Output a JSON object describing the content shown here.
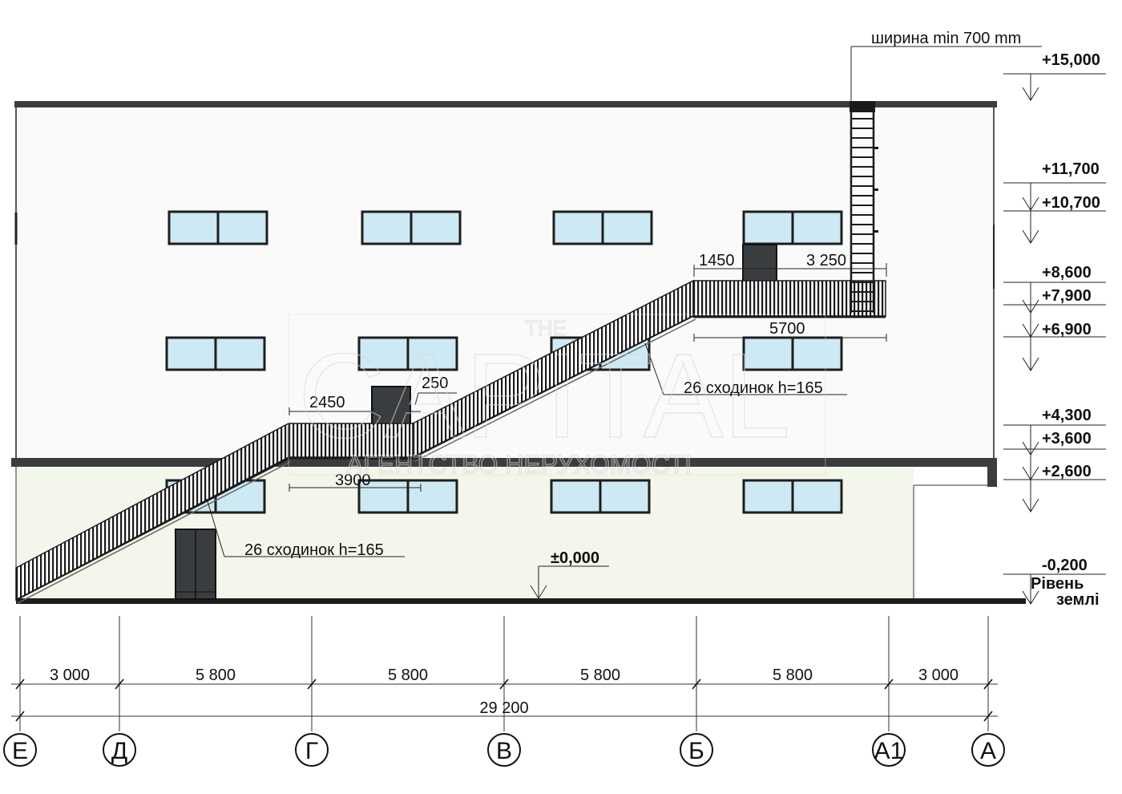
{
  "annotations": {
    "ladder_width": "ширина min 700 mm",
    "dim_1450": "1450",
    "dim_3250": "3 250",
    "dim_5700": "5700",
    "dim_2450": "2450",
    "dim_250": "250",
    "dim_3900": "3900",
    "steps_upper": "26 сходинок h=165",
    "steps_lower": "26 сходинок h=165",
    "level_zero": "±0,000"
  },
  "levels": [
    {
      "label": "+15,000"
    },
    {
      "label": "+11,700"
    },
    {
      "label": "+10,700"
    },
    {
      "label": "+8,600"
    },
    {
      "label": "+7,900"
    },
    {
      "label": "+6,900"
    },
    {
      "label": "+4,300"
    },
    {
      "label": "+3,600"
    },
    {
      "label": "+2,600"
    },
    {
      "label": "-0,200"
    }
  ],
  "ground_label_1": "Рівень",
  "ground_label_2": "землі",
  "bay_dims": [
    "3 000",
    "5 800",
    "5 800",
    "5 800",
    "5 800",
    "3 000"
  ],
  "total_dim": "29 200",
  "axes": [
    "Е",
    "Д",
    "Г",
    "В",
    "Б",
    "А1",
    "А"
  ],
  "watermark": {
    "line1": "THE",
    "line2": "CAPITAL",
    "line3": "АГЕНТСТВО НЕРУХОМОСТІ"
  }
}
